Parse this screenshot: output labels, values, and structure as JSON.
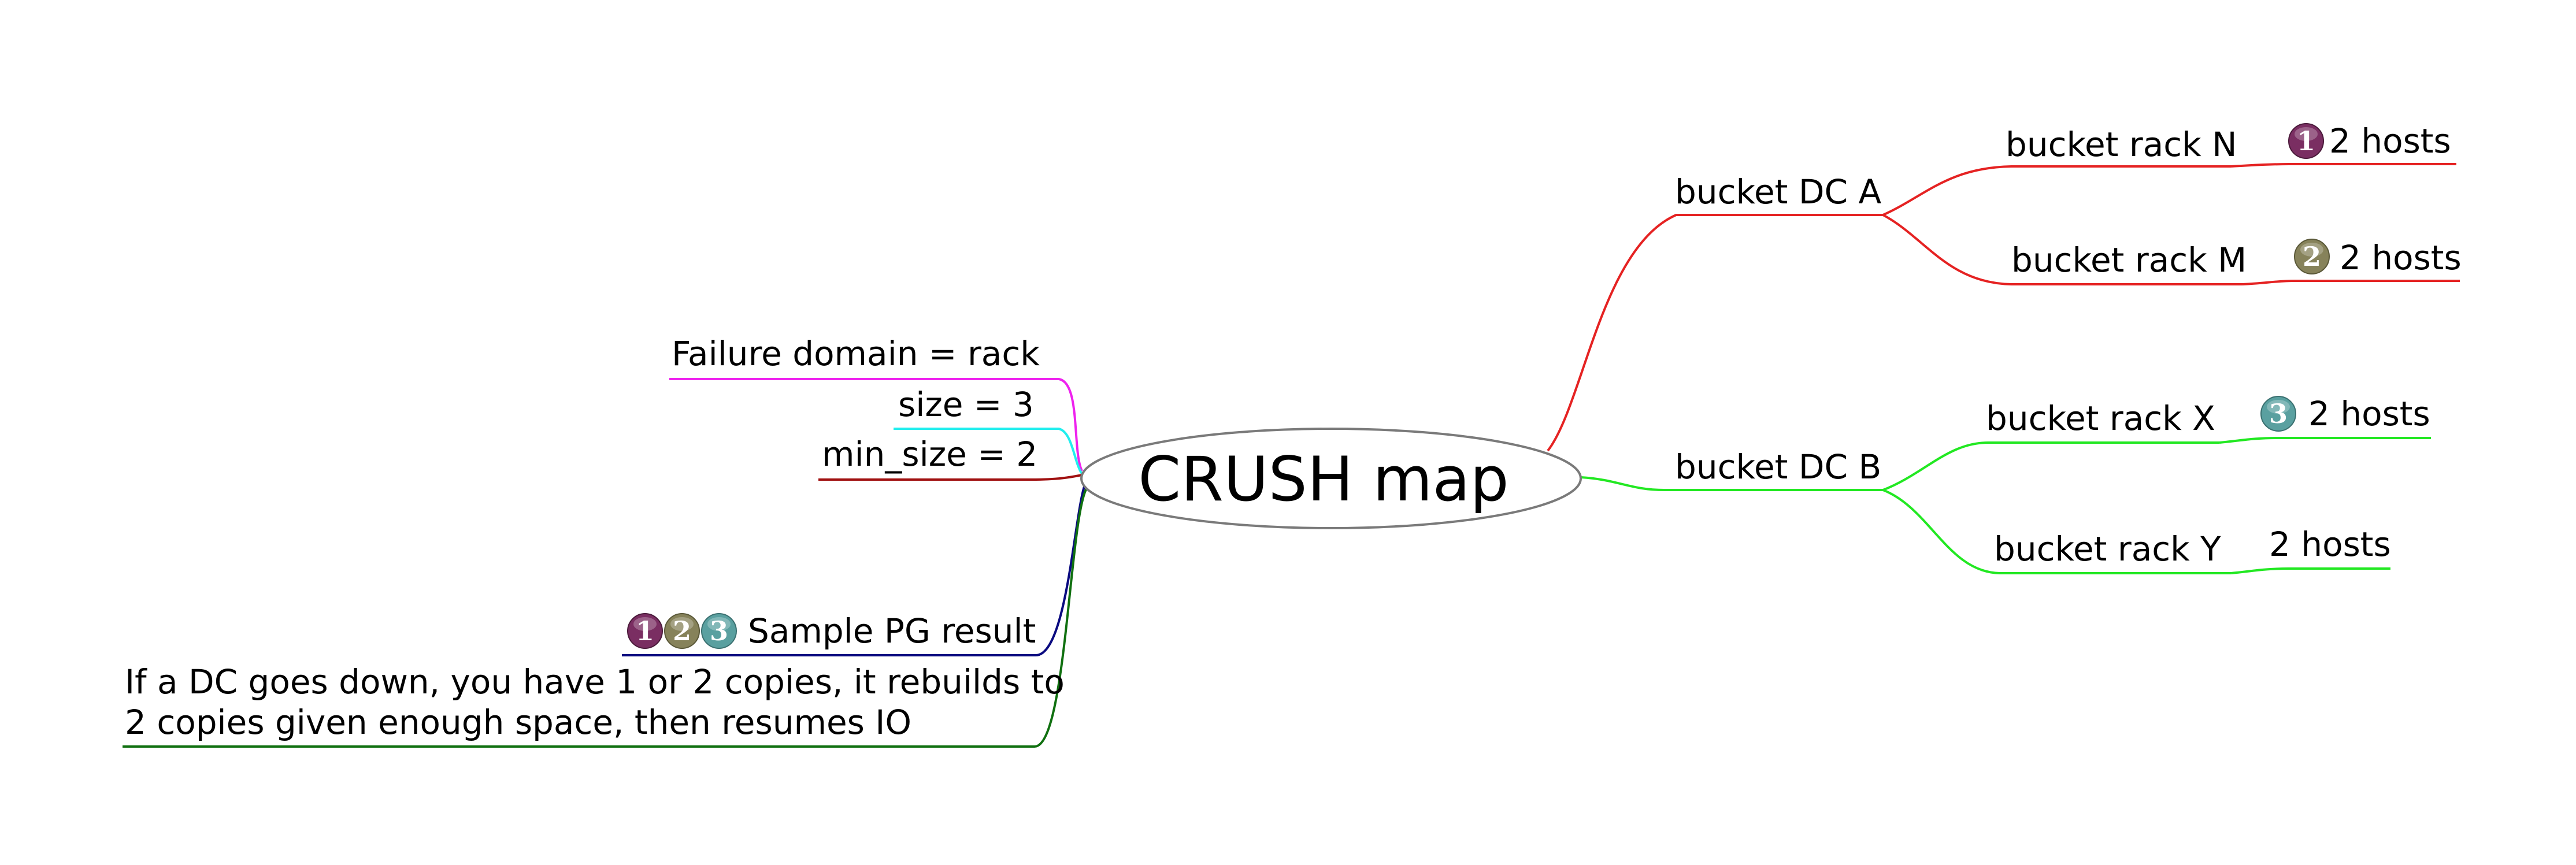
{
  "center": {
    "label": "CRUSH map"
  },
  "right": {
    "dc_a": {
      "label": "bucket DC A",
      "rack_n": {
        "label": "bucket rack N",
        "hosts": "2 hosts",
        "badge": "1"
      },
      "rack_m": {
        "label": "bucket rack M",
        "hosts": "2 hosts",
        "badge": "2"
      }
    },
    "dc_b": {
      "label": "bucket DC B",
      "rack_x": {
        "label": "bucket rack X",
        "hosts": "2 hosts",
        "badge": "3"
      },
      "rack_y": {
        "label": "bucket rack Y",
        "hosts": "2 hosts"
      }
    }
  },
  "left": {
    "failure_domain": "Failure domain = rack",
    "size": "size = 3",
    "min_size": "min_size = 2",
    "sample_pg": {
      "label": "Sample PG result",
      "badges": [
        "1",
        "2",
        "3"
      ]
    },
    "dc_down": {
      "line1": "If a DC goes down, you have 1 or 2 copies, it rebuilds to",
      "line2": "2 copies given enough space, then resumes IO"
    }
  },
  "colors": {
    "dc_a_branch": "#e52222",
    "dc_b_branch": "#22e822",
    "failure_domain_branch": "#ee22ee",
    "size_branch": "#22eeee",
    "min_size_branch": "#a01010",
    "sample_pg_branch": "#0a0a80",
    "dc_down_branch": "#107010",
    "center_outline": "#7a7a7a",
    "badge_1": "#7a2e62",
    "badge_2": "#86825a",
    "badge_3": "#5aa0a0"
  }
}
